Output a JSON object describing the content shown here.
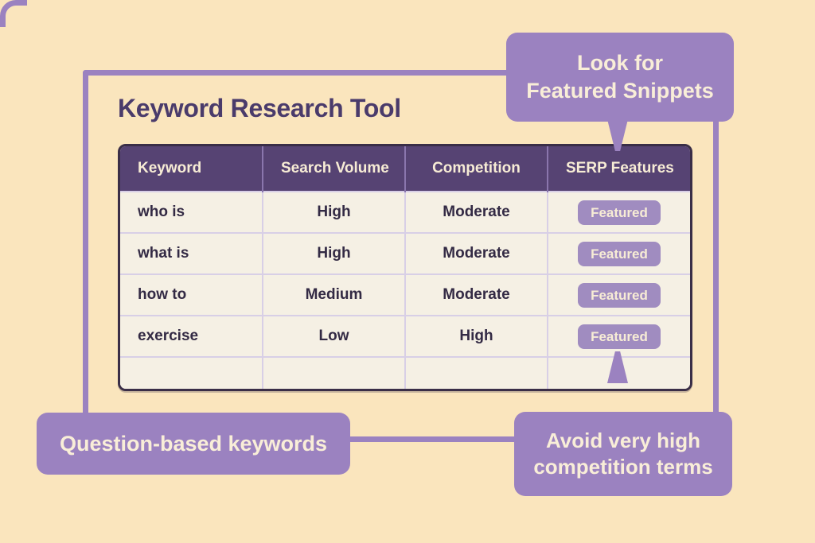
{
  "page": {
    "title": "Keyword Research Tool",
    "background_color": "#fae5bd",
    "accent_color": "#9b82c0",
    "header_color": "#564373",
    "text_color": "#332a44",
    "border_color": "#3a2e47"
  },
  "table": {
    "columns": [
      "Keyword",
      "Search Volume",
      "Competition",
      "SERP Features"
    ],
    "rows": [
      {
        "keyword": "who is",
        "search_volume": "High",
        "competition": "Moderate",
        "serp_features": "Featured"
      },
      {
        "keyword": "what is",
        "search_volume": "High",
        "competition": "Moderate",
        "serp_features": "Featured"
      },
      {
        "keyword": "how to",
        "search_volume": "Medium",
        "competition": "Moderate",
        "serp_features": "Featured"
      },
      {
        "keyword": "exercise",
        "search_volume": "Low",
        "competition": "High",
        "serp_features": "Featured"
      },
      {
        "keyword": "",
        "search_volume": "",
        "competition": "",
        "serp_features": ""
      }
    ]
  },
  "callouts": {
    "snippets": {
      "line1": "Look for",
      "line2": "Featured Snippets"
    },
    "question": {
      "line1": "Question-based keywords"
    },
    "avoid": {
      "line1": "Avoid very high",
      "line2": "competition terms"
    }
  }
}
